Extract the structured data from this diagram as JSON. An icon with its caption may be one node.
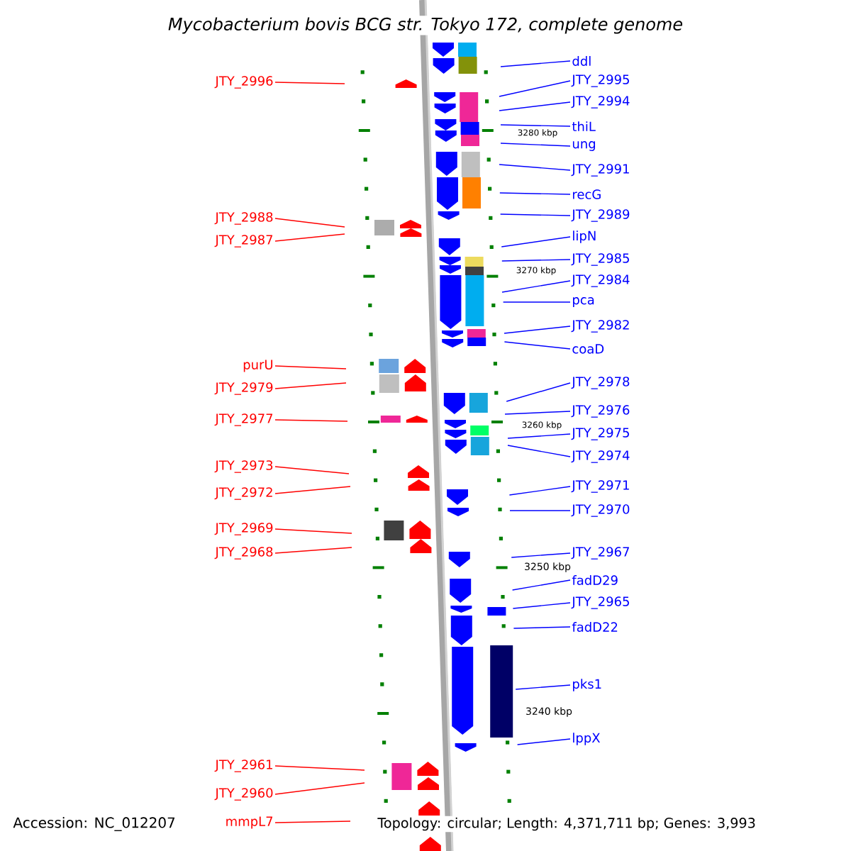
{
  "diagram": {
    "title": "Mycobacterium bovis BCG str. Tokyo 172, complete genome",
    "nodes": [
      {
        "text": [
          "JTY_2996"
        ]
      },
      {
        "text": [
          "JTY_2988"
        ]
      },
      {
        "text": [
          "JTY_2987"
        ]
      },
      {
        "text": [
          "purU"
        ]
      },
      {
        "text": [
          "JTY_2979"
        ]
      },
      {
        "text": [
          "JTY_2977"
        ]
      },
      {
        "text": [
          "JTY_2973"
        ]
      },
      {
        "text": [
          "JTY_2972"
        ]
      },
      {
        "text": [
          "JTY_2969"
        ]
      },
      {
        "text": [
          "JTY_2968"
        ]
      },
      {
        "text": [
          "JTY_2961"
        ]
      },
      {
        "text": [
          "JTY_2960"
        ]
      },
      {
        "text": [
          "mmpL7"
        ]
      },
      {
        "text": [
          "ddl"
        ]
      },
      {
        "text": [
          "JTY_2995"
        ]
      },
      {
        "text": [
          "JTY_2994"
        ]
      },
      {
        "text": [
          "thiL"
        ]
      },
      {
        "text": [
          "ung"
        ]
      },
      {
        "text": [
          "JTY_2991"
        ]
      },
      {
        "text": [
          "recG"
        ]
      },
      {
        "text": [
          "JTY_2989"
        ]
      },
      {
        "text": [
          "lipN"
        ]
      },
      {
        "text": [
          "JTY_2985"
        ]
      },
      {
        "text": [
          "JTY_2984"
        ]
      },
      {
        "text": [
          "pca"
        ]
      },
      {
        "text": [
          "JTY_2982"
        ]
      },
      {
        "text": [
          "coaD"
        ]
      },
      {
        "text": [
          "JTY_2978"
        ]
      },
      {
        "text": [
          "JTY_2976"
        ]
      },
      {
        "text": [
          "JTY_2975"
        ]
      },
      {
        "text": [
          "JTY_2974"
        ]
      },
      {
        "text": [
          "JTY_2971"
        ]
      },
      {
        "text": [
          "JTY_2970"
        ]
      },
      {
        "text": [
          "JTY_2967"
        ]
      },
      {
        "text": [
          "fadD29"
        ]
      },
      {
        "text": [
          "JTY_2965"
        ]
      },
      {
        "text": [
          "fadD22"
        ]
      },
      {
        "text": [
          "pks1"
        ]
      },
      {
        "text": [
          "lppX"
        ]
      }
    ],
    "edges": [
      {
        "from": 0,
        "to": null,
        "arrow": "none",
        "color": "#ff0000"
      },
      {
        "from": 1,
        "to": null,
        "arrow": "none",
        "color": "#ff0000"
      },
      {
        "from": 2,
        "to": null,
        "arrow": "none",
        "color": "#ff0000"
      },
      {
        "from": 3,
        "to": null,
        "arrow": "none",
        "color": "#ff0000"
      },
      {
        "from": 4,
        "to": null,
        "arrow": "none",
        "color": "#ff0000"
      },
      {
        "from": 5,
        "to": null,
        "arrow": "none",
        "color": "#ff0000"
      },
      {
        "from": 6,
        "to": null,
        "arrow": "none",
        "color": "#ff0000"
      },
      {
        "from": 7,
        "to": null,
        "arrow": "none",
        "color": "#ff0000"
      },
      {
        "from": 8,
        "to": null,
        "arrow": "none",
        "color": "#ff0000"
      },
      {
        "from": 9,
        "to": null,
        "arrow": "none",
        "color": "#ff0000"
      },
      {
        "from": 10,
        "to": null,
        "arrow": "none",
        "color": "#ff0000"
      },
      {
        "from": 11,
        "to": null,
        "arrow": "none",
        "color": "#ff0000"
      },
      {
        "from": 12,
        "to": null,
        "arrow": "none",
        "color": "#ff0000"
      },
      {
        "from": 13,
        "to": null,
        "arrow": "none"
      },
      {
        "from": 14,
        "to": null,
        "arrow": "none"
      },
      {
        "from": 15,
        "to": null,
        "arrow": "none"
      },
      {
        "from": 16,
        "to": null,
        "arrow": "none"
      },
      {
        "from": 17,
        "to": null,
        "arrow": "none"
      },
      {
        "from": 18,
        "to": null,
        "arrow": "none"
      },
      {
        "from": 19,
        "to": null,
        "arrow": "none"
      },
      {
        "from": 20,
        "to": null,
        "arrow": "none"
      },
      {
        "from": 21,
        "to": null,
        "arrow": "none"
      },
      {
        "from": 22,
        "to": null,
        "arrow": "none"
      },
      {
        "from": 23,
        "to": null,
        "arrow": "none"
      },
      {
        "from": 24,
        "to": null,
        "arrow": "none"
      },
      {
        "from": 25,
        "to": null,
        "arrow": "none"
      },
      {
        "from": 26,
        "to": null,
        "arrow": "none"
      },
      {
        "from": 27,
        "to": null,
        "arrow": "none"
      },
      {
        "from": 28,
        "to": null,
        "arrow": "none"
      },
      {
        "from": 29,
        "to": null,
        "arrow": "none"
      },
      {
        "from": 30,
        "to": null,
        "arrow": "none"
      },
      {
        "from": 31,
        "to": null,
        "arrow": "none"
      },
      {
        "from": 32,
        "to": null,
        "arrow": "none"
      },
      {
        "from": 33,
        "to": null,
        "arrow": "none"
      },
      {
        "from": 34,
        "to": null,
        "arrow": "none"
      },
      {
        "from": 35,
        "to": null,
        "arrow": "none"
      },
      {
        "from": 36,
        "to": null,
        "arrow": "none"
      },
      {
        "from": 37,
        "to": null,
        "arrow": "none"
      },
      {
        "from": 38,
        "to": null,
        "arrow": "none"
      }
    ],
    "labels": [
      "3280 kbp",
      "3270 kbp",
      "3260 kbp",
      "3250 kbp",
      "3240 kbp",
      "Accession: NC_012207",
      "Topology: circular; Length: 4,371,711 bp; Genes: 3,993"
    ]
  }
}
